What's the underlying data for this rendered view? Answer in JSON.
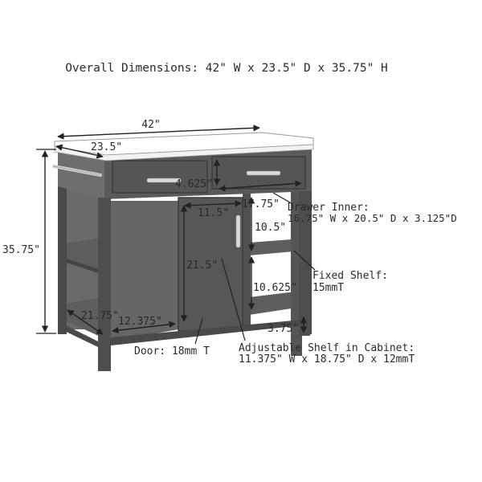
{
  "title": "Overall Dimensions: 42\" W x 23.5\" D x 35.75\" H",
  "colors": {
    "body": "#5a5a5a",
    "body_dark": "#444444",
    "body_light": "#6e6e6e",
    "top": "#ffffff",
    "line": "#222222"
  },
  "dimensions": {
    "width": "42\"",
    "depth": "23.5\"",
    "height": "35.75\"",
    "drawer_height": "4.625\"",
    "drawer_width": "17.75\"",
    "cabinet_width": "11.5\"",
    "side_opening": "10.5\"",
    "cabinet_height": "21.5\"",
    "lower_opening": "10.625\"",
    "shelf_depth": "21.75\"",
    "shelf_width": "12.375\"",
    "bottom_clearance": "3.75\""
  },
  "notes": {
    "drawer_inner_line1": "Drawer Inner:",
    "drawer_inner_line2": "16.75\" W x 20.5\" D x 3.125\"D",
    "fixed_shelf_line1": "Fixed Shelf:",
    "fixed_shelf_line2": "15mmT",
    "door": "Door: 18mm T",
    "adjustable_line1": "Adjustable Shelf in Cabinet:",
    "adjustable_line2": "11.375\" W x 18.75\" D x 12mmT"
  }
}
